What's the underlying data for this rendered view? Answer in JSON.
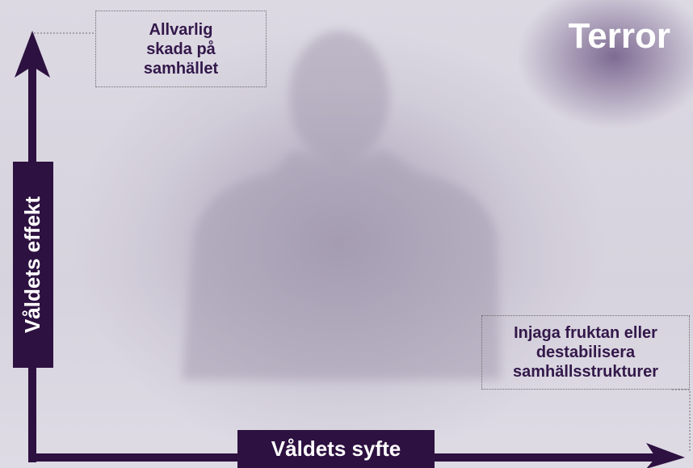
{
  "title": "Terror",
  "y_axis": {
    "label": "Våldets effekt",
    "end_note": "Allvarlig skada på samhället"
  },
  "x_axis": {
    "label": "Våldets syfte",
    "end_note": "Injaga fruktan eller destabilisera samhällsstrukturer"
  },
  "colors": {
    "axis": "#2d1140",
    "note_text": "#33184a",
    "title": "#ffffff"
  }
}
